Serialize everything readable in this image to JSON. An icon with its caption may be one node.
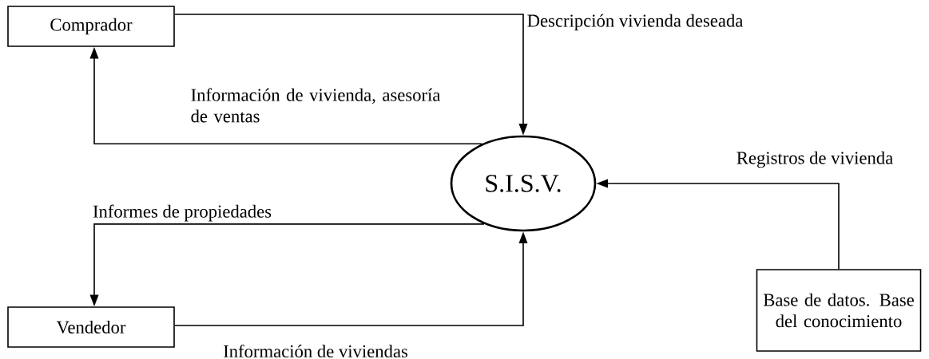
{
  "diagram": {
    "nodes": [
      {
        "text": [
          "Comprador"
        ]
      },
      {
        "text": [
          "S.I.S.V."
        ]
      },
      {
        "text": [
          "Vendedor"
        ]
      },
      {
        "text": [
          "Base de datos. Base del conocimiento"
        ]
      }
    ],
    "edges": [
      {
        "from": 0,
        "to": 1,
        "arrow": "to",
        "label": "Descripción vivienda deseada"
      },
      {
        "from": 1,
        "to": 0,
        "arrow": "to",
        "label": "Información de vivienda, asesoría de ventas"
      },
      {
        "from": 1,
        "to": 2,
        "arrow": "to",
        "label": "Informes de propiedades"
      },
      {
        "from": 2,
        "to": 1,
        "arrow": "to",
        "label": "Información de viviendas"
      },
      {
        "from": 3,
        "to": 1,
        "arrow": "to",
        "label": "Registros de vivienda"
      }
    ]
  }
}
